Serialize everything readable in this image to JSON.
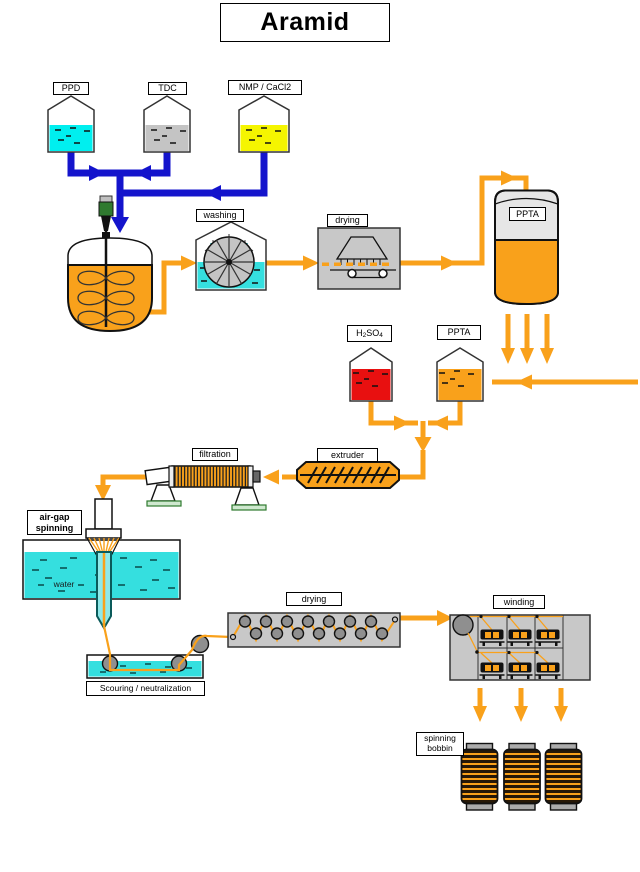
{
  "title": "Aramid",
  "feed_tanks": [
    {
      "label": "PPD",
      "liquid_color": "#00EFEF"
    },
    {
      "label": "TDC",
      "liquid_color": "#C4C4C4"
    },
    {
      "label": "NMP / CaCl2",
      "liquid_color": "#F5F500"
    }
  ],
  "stages": {
    "washing": "washing",
    "drying_top": "drying",
    "ppta_storage": "PPTA",
    "h2so4": {
      "b1": "H",
      "s1": "2",
      "b2": "SO",
      "s2": "4"
    },
    "h2so4_liquid_color": "#E81010",
    "ppta_feed": "PPTA",
    "ppta_liquid_color": "#F9A11B",
    "filtration": "filtration",
    "extruder": "extruder",
    "airgap": {
      "line1": "air-gap",
      "line2": "spinning"
    },
    "water": "water",
    "scouring": "Scouring / neutralization",
    "drying_bottom": "drying",
    "winding": "winding",
    "bobbin": {
      "line1": "spinning",
      "line2": "bobbin"
    }
  },
  "colors": {
    "pipe_blue": "#1414CC",
    "flow_orange": "#F9A11B",
    "bath_cyan": "#35DFDF",
    "unit_gray": "#C8C8C8",
    "roller_gray": "#8F8F8F"
  }
}
